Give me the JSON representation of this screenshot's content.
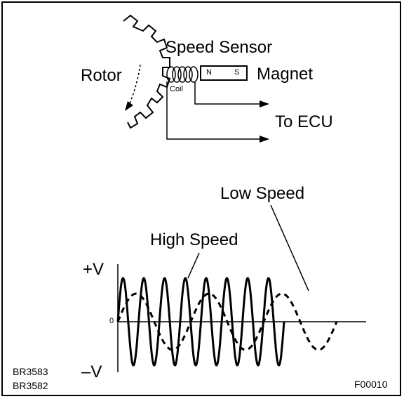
{
  "labels": {
    "speed_sensor": "Speed Sensor",
    "rotor": "Rotor",
    "magnet": "Magnet",
    "magnet_n": "N",
    "magnet_s": "S",
    "coil": "Coil",
    "to_ecu": "To ECU",
    "low_speed": "Low Speed",
    "high_speed": "High Speed",
    "plus_v": "+V",
    "minus_v": "–V",
    "zero": "0",
    "ref1": "BR3583",
    "ref2": "BR3582",
    "fig_id": "F00010"
  },
  "waveforms": {
    "high_speed_cycles": 8,
    "low_speed_cycles": 3,
    "high_speed_style": "solid",
    "low_speed_style": "dashed",
    "color": "#000000"
  }
}
